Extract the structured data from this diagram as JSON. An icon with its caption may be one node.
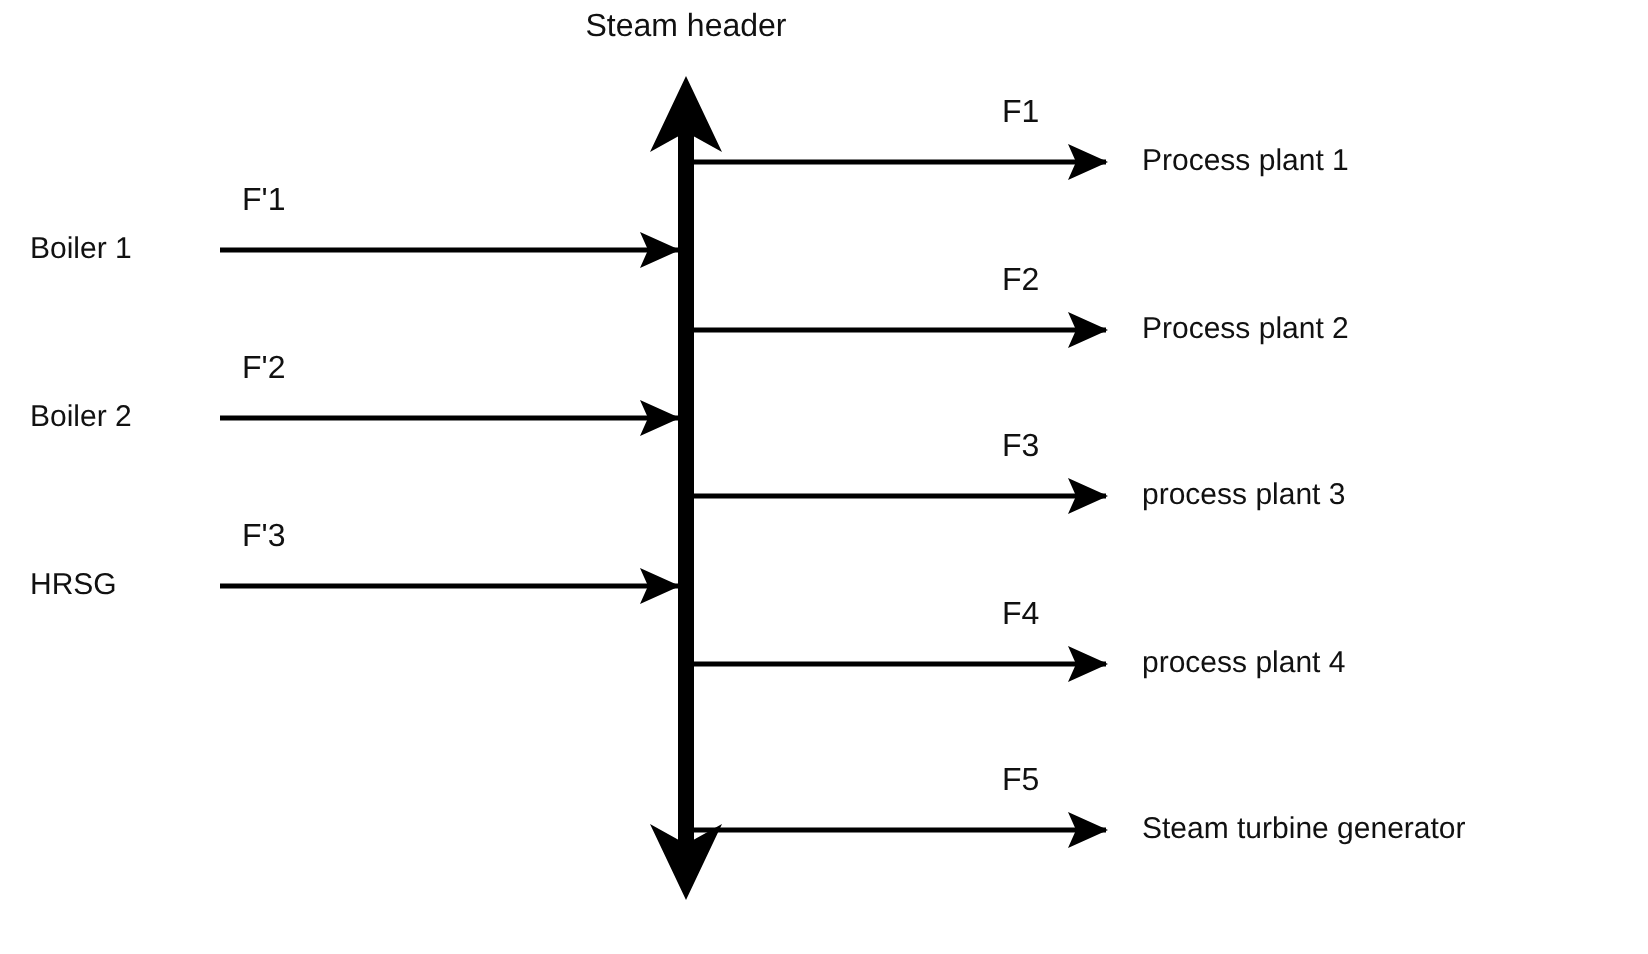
{
  "diagram": {
    "nodes": [
      {
        "text": [],
        "shape": "bar",
        "beside": [
          "Steam header"
        ]
      },
      {
        "text": [
          "Boiler 1"
        ]
      },
      {
        "text": [
          "Boiler 2"
        ]
      },
      {
        "text": [
          "HRSG"
        ]
      },
      {
        "text": [
          "Process plant 1"
        ]
      },
      {
        "text": [
          "Process plant 2"
        ]
      },
      {
        "text": [
          "process plant 3"
        ]
      },
      {
        "text": [
          "process plant 4"
        ]
      },
      {
        "text": [
          "Steam turbine generator"
        ]
      }
    ],
    "edges": [
      {
        "from": 1,
        "to": 0,
        "arrow": "to",
        "label": "F'1"
      },
      {
        "from": 2,
        "to": 0,
        "arrow": "to",
        "label": "F'2"
      },
      {
        "from": 3,
        "to": 0,
        "arrow": "to",
        "label": "F'3"
      },
      {
        "from": 0,
        "to": 4,
        "arrow": "to",
        "label": "F1"
      },
      {
        "from": 0,
        "to": 5,
        "arrow": "to",
        "label": "F2"
      },
      {
        "from": 0,
        "to": 6,
        "arrow": "to",
        "label": "F3"
      },
      {
        "from": 0,
        "to": 7,
        "arrow": "to",
        "label": "F4"
      },
      {
        "from": 0,
        "to": 8,
        "arrow": "to",
        "label": "F5"
      }
    ]
  }
}
